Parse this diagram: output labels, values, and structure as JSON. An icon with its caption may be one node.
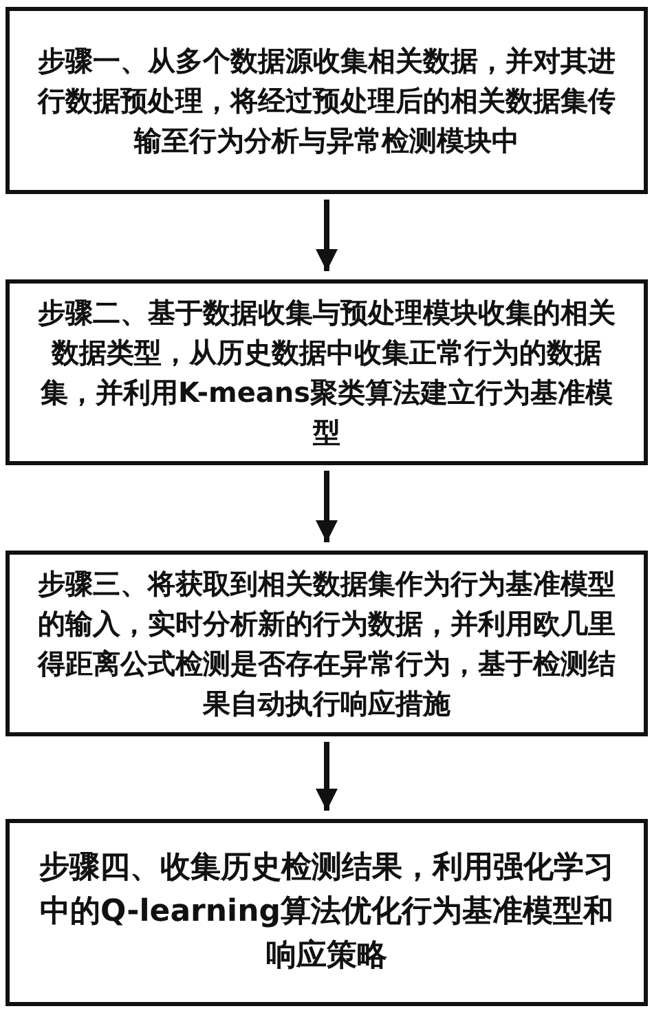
{
  "diagram": {
    "nodes": [
      {
        "text": [
          "步骤一、从多个数据源收集相关数据，并对其进行数据预处理，将经过预处理后的相关数据集传输至行为分析与异常检测模块中"
        ]
      },
      {
        "text": [
          "步骤二、基于数据收集与预处理模块收集的相关数据类型，从历史数据中收集正常行为的数据集，并利用K-means聚类算法建立行为基准模型"
        ]
      },
      {
        "text": [
          "步骤三、将获取到相关数据集作为行为基准模型的输入，实时分析新的行为数据，并利用欧几里得距离公式检测是否存在异常行为，基于检测结果自动执行响应措施"
        ]
      },
      {
        "text": [
          "步骤四、收集历史检测结果，利用强化学习中的Q-learning算法优化行为基准模型和响应策略"
        ]
      }
    ],
    "edges": [
      {
        "from": 0,
        "to": 1,
        "arrow": "to"
      },
      {
        "from": 1,
        "to": 2,
        "arrow": "to"
      },
      {
        "from": 2,
        "to": 3,
        "arrow": "to"
      }
    ]
  }
}
